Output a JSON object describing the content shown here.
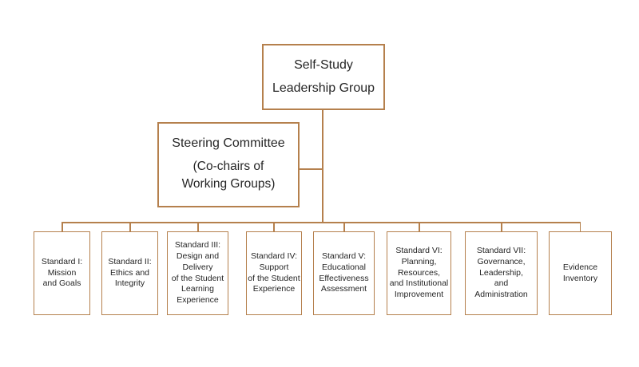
{
  "diagram": {
    "colors": {
      "line": "#b5804d",
      "text": "#262626",
      "background": "#ffffff"
    },
    "top_box": {
      "line1": "Self-Study",
      "line2": "Leadership Group"
    },
    "steering_box": {
      "title": "Steering Committee",
      "subtitle": "(Co-chairs of\nWorking Groups)"
    },
    "standards": [
      {
        "label": "Standard I:\nMission\nand Goals"
      },
      {
        "label": "Standard II:\nEthics and\nIntegrity"
      },
      {
        "label": "Standard III:\nDesign and\nDelivery\nof the Student\nLearning\nExperience"
      },
      {
        "label": "Standard IV:\nSupport\nof the Student\nExperience"
      },
      {
        "label": "Standard V:\nEducational\nEffectiveness\nAssessment"
      },
      {
        "label": "Standard VI:\nPlanning,\nResources,\nand Institutional\nImprovement"
      },
      {
        "label": "Standard VII:\nGovernance,\nLeadership,\nand\nAdministration"
      },
      {
        "label": "Evidence\nInventory"
      }
    ]
  }
}
